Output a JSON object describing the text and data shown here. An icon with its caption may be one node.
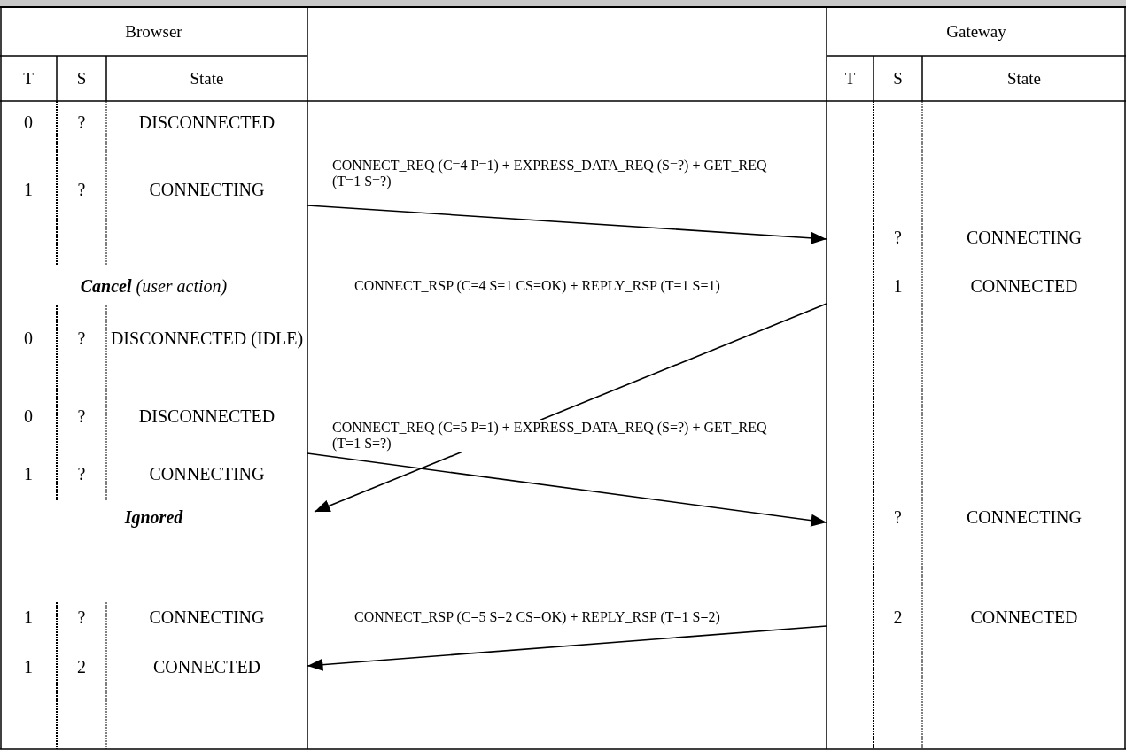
{
  "diagram": {
    "nodes": [
      {
        "text": [
          "0",
          "?",
          "DISCONNECTED"
        ]
      },
      {
        "text": [
          "1",
          "?",
          "CONNECTING"
        ]
      },
      {
        "text": [
          "?",
          "CONNECTING"
        ]
      },
      {
        "text": [
          "1",
          "CONNECTED"
        ]
      },
      {
        "text": [
          "0",
          "?",
          "DISCONNECTED (IDLE)"
        ]
      },
      {
        "text": [
          "0",
          "?",
          "DISCONNECTED"
        ]
      },
      {
        "text": [
          "1",
          "?",
          "CONNECTING"
        ]
      },
      {
        "text": [
          "?",
          "CONNECTING"
        ]
      },
      {
        "text": [
          "1",
          "?",
          "CONNECTING"
        ]
      },
      {
        "text": [
          "2",
          "CONNECTED"
        ]
      },
      {
        "text": [
          "1",
          "2",
          "CONNECTED"
        ]
      }
    ],
    "edges": [
      {
        "from": 1,
        "to": 2,
        "arrow": "to",
        "label": "CONNECT_REQ (C=4 P=1) + EXPRESS_DATA_REQ (S=?) + GET_REQ (T=1 S=?)"
      },
      {
        "from": 3,
        "to": null,
        "arrow": "to",
        "label": "CONNECT_RSP (C=4 S=1 CS=OK) + REPLY_RSP (T=1 S=1)"
      },
      {
        "from": 6,
        "to": 7,
        "arrow": "to",
        "label": "CONNECT_REQ (C=5 P=1) + EXPRESS_DATA_REQ (S=?) + GET_REQ (T=1 S=?)"
      },
      {
        "from": 9,
        "to": 10,
        "arrow": "to",
        "label": "CONNECT_RSP (C=5 S=2 CS=OK) + REPLY_RSP (T=1 S=2)"
      }
    ],
    "labels": [
      "Browser",
      "Gateway",
      "T",
      "S",
      "State",
      "T",
      "S",
      "State",
      "**Cancel** (user action)",
      "Ignored"
    ]
  }
}
